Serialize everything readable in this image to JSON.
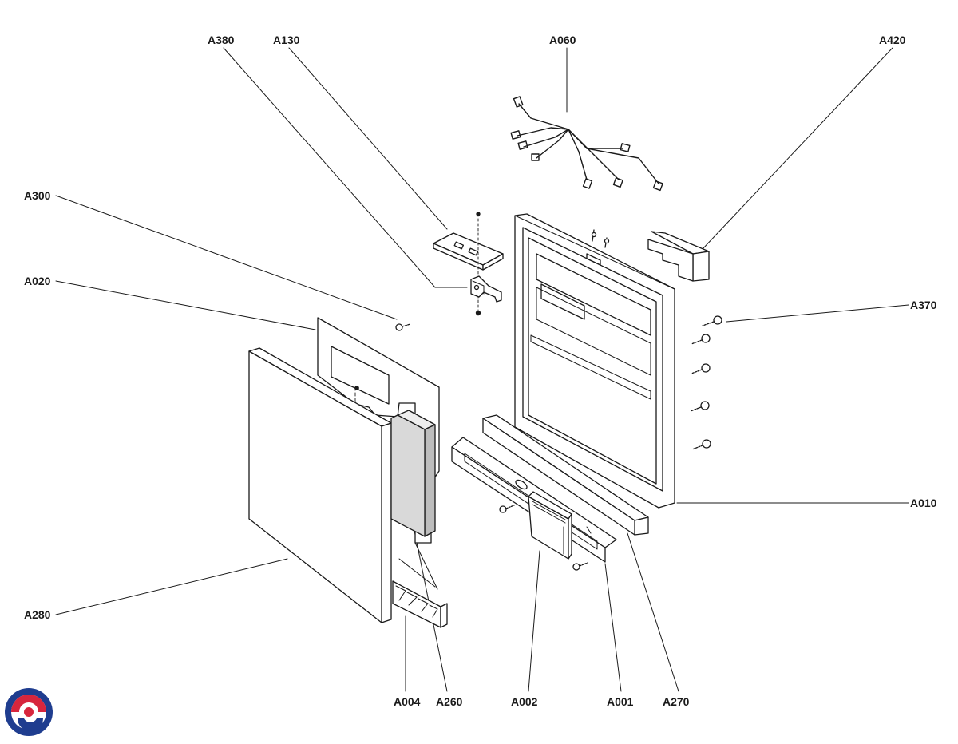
{
  "diagram": {
    "callouts": {
      "A380": "A380",
      "A130": "A130",
      "A060": "A060",
      "A420": "A420",
      "A300": "A300",
      "A020": "A020",
      "A370": "A370",
      "A010": "A010",
      "A280": "A280",
      "A004": "A004",
      "A260": "A260",
      "A002": "A002",
      "A001": "A001",
      "A270": "A270"
    },
    "colors": {
      "line": "#1a1a1a",
      "panel_fill": "#ffffff",
      "insulation_fill": "#d9d9d9",
      "logo_blue": "#1f3d8f",
      "logo_red": "#d7263d"
    }
  },
  "logo": {
    "name": "brand-swirl-logo"
  }
}
